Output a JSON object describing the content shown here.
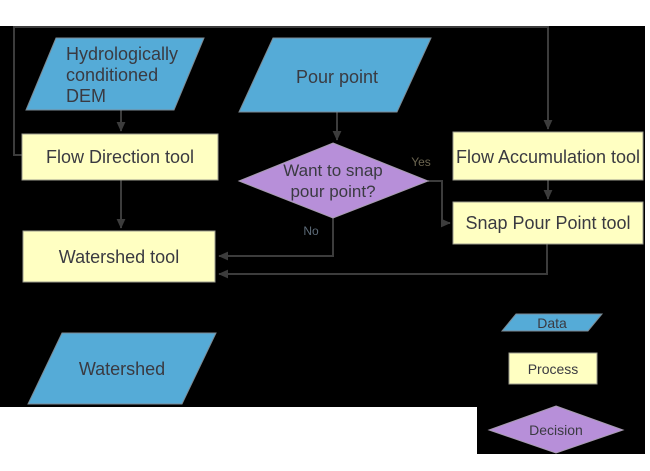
{
  "colors": {
    "diagram_bg": "#000000",
    "page_bg": "#ffffff",
    "data_fill": "#55abd7",
    "process_fill": "#ffffc2",
    "decision_fill": "#b78fd9",
    "connector": "#3c3c3c"
  },
  "nodes": {
    "dem": {
      "lines": [
        "Hydrologically",
        "conditioned",
        "DEM"
      ]
    },
    "pour_point": {
      "label": "Pour point"
    },
    "flow_direction": {
      "label": "Flow Direction tool"
    },
    "decision": {
      "lines": [
        "Want to snap",
        "pour point?"
      ]
    },
    "flow_accumulation": {
      "label": "Flow Accumulation tool"
    },
    "snap_pour_point": {
      "label": "Snap Pour Point tool"
    },
    "watershed_tool": {
      "label": "Watershed tool"
    },
    "watershed": {
      "label": "Watershed"
    }
  },
  "edges": {
    "yes_label": "Yes",
    "no_label": "No"
  },
  "legend": {
    "data_label": "Data",
    "process_label": "Process",
    "decision_label": "Decision"
  }
}
